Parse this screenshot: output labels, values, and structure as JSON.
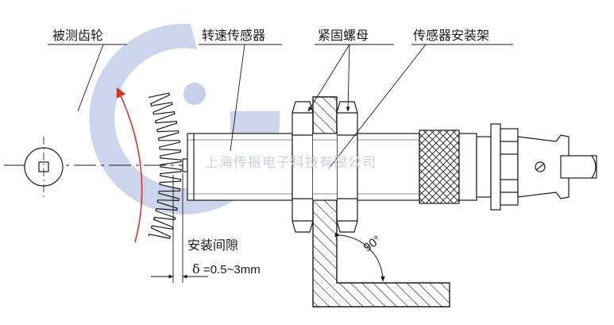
{
  "labels": {
    "gear": "被测齿轮",
    "sensor": "转速传感器",
    "nut": "紧固螺母",
    "bracket": "传感器安装架",
    "gap_title": "安装间隙",
    "gap_symbol": "δ",
    "gap_value": "=0.5~3mm",
    "angle": "90°"
  },
  "watermark": "上海传振电子科技有限公司",
  "colors": {
    "line": "#1a1a1a",
    "arrow": "#e0302a",
    "logo": "#c7d0ea",
    "watermark": "#c9d0e6"
  }
}
